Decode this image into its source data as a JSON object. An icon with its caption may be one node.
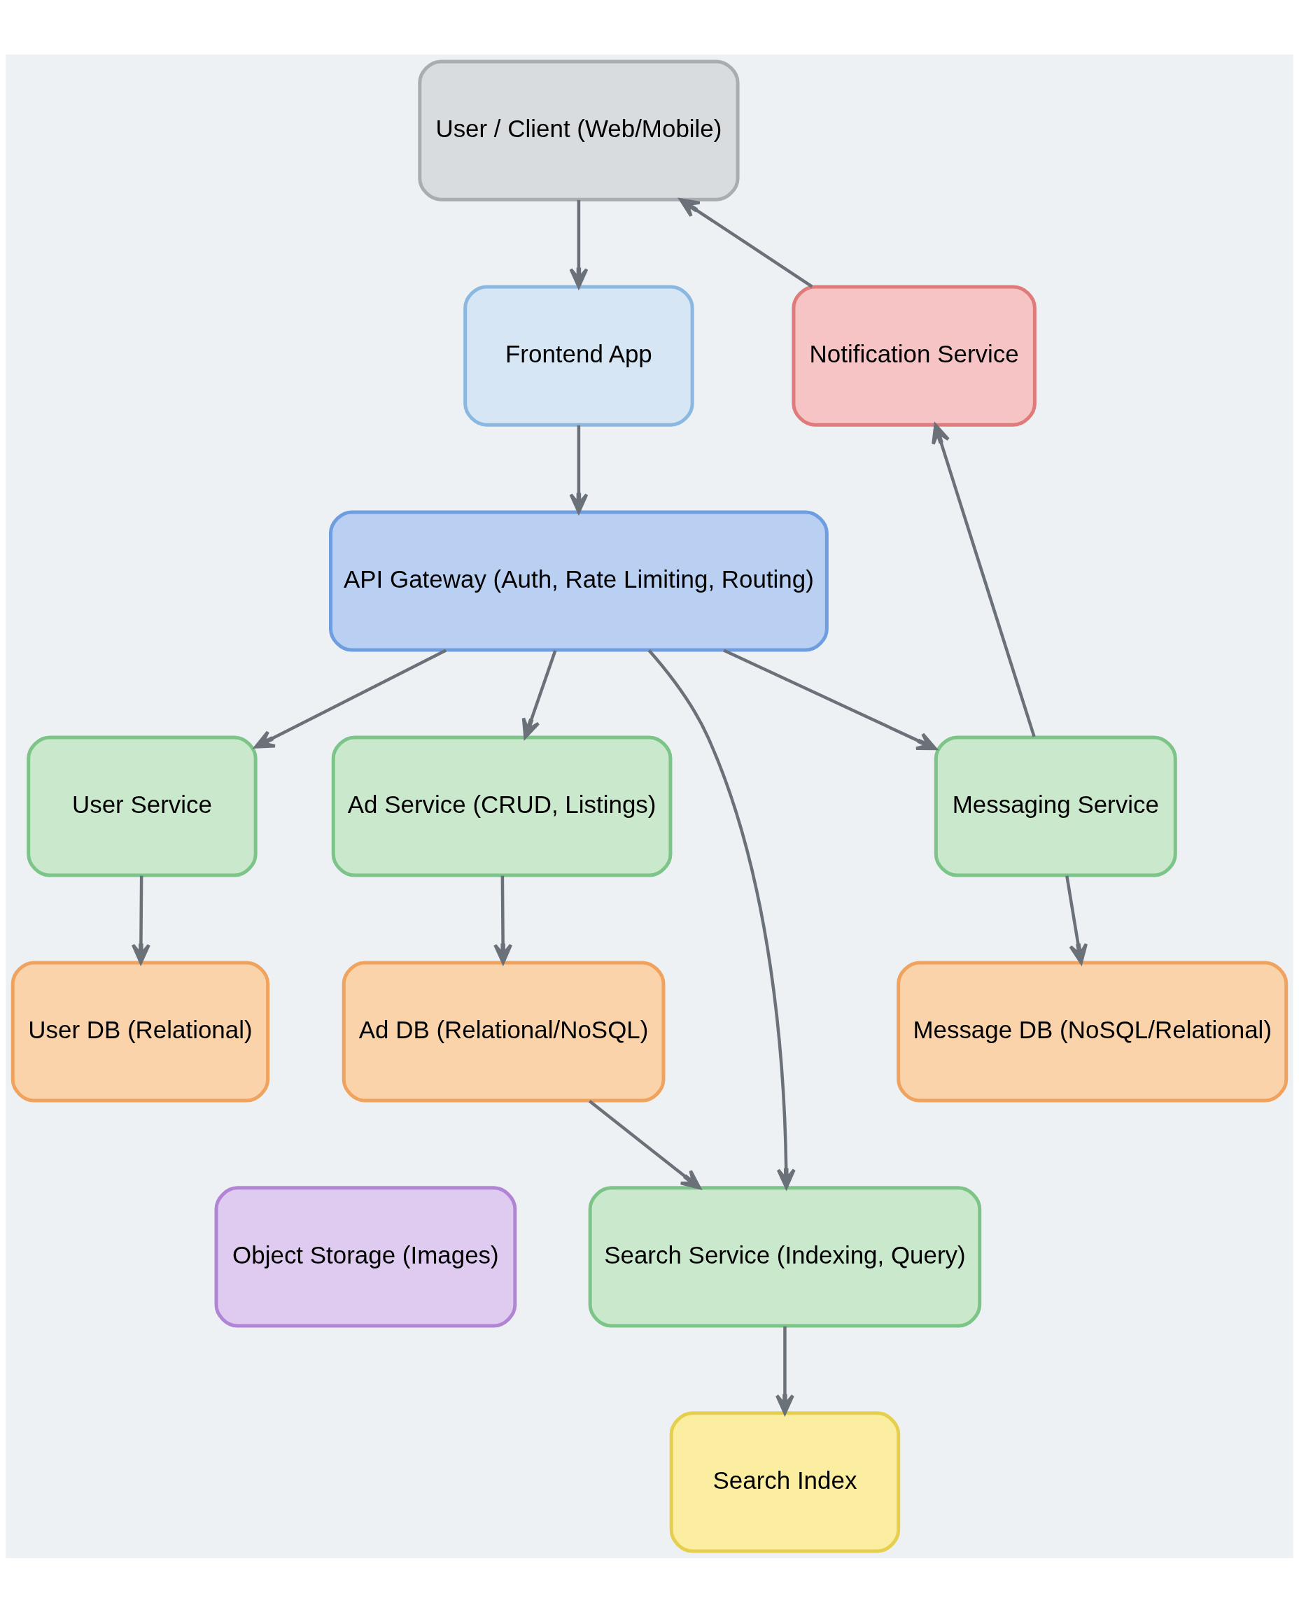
{
  "diagram": {
    "nodes": [
      {
        "text": [
          "User / Client (Web/Mobile)"
        ]
      },
      {
        "text": [
          "Frontend App"
        ]
      },
      {
        "text": [
          "Notification Service"
        ]
      },
      {
        "text": [
          "API Gateway (Auth, Rate Limiting, Routing)"
        ]
      },
      {
        "text": [
          "User Service"
        ]
      },
      {
        "text": [
          "Ad Service (CRUD, Listings)"
        ]
      },
      {
        "text": [
          "Search Service (Indexing, Query)"
        ]
      },
      {
        "text": [
          "Messaging Service"
        ]
      },
      {
        "text": [
          "User DB (Relational)"
        ]
      },
      {
        "text": [
          "Ad DB (Relational/NoSQL)"
        ]
      },
      {
        "text": [
          "Search Index"
        ]
      },
      {
        "text": [
          "Message DB (NoSQL/Relational)"
        ]
      },
      {
        "text": [
          "Object Storage (Images)"
        ]
      }
    ],
    "edges": [
      {
        "from": 0,
        "to": 1,
        "arrow": "to"
      },
      {
        "from": 1,
        "to": 3,
        "arrow": "to"
      },
      {
        "from": 3,
        "to": 4,
        "arrow": "to"
      },
      {
        "from": 3,
        "to": 5,
        "arrow": "to"
      },
      {
        "from": 3,
        "to": 6,
        "arrow": "to"
      },
      {
        "from": 3,
        "to": 7,
        "arrow": "to"
      },
      {
        "from": 7,
        "to": 2,
        "arrow": "to"
      },
      {
        "from": 2,
        "to": 0,
        "arrow": "to"
      },
      {
        "from": 4,
        "to": 8,
        "arrow": "to"
      },
      {
        "from": 5,
        "to": 9,
        "arrow": "to"
      },
      {
        "from": 6,
        "to": 10,
        "arrow": "to"
      },
      {
        "from": 7,
        "to": 11,
        "arrow": "to"
      },
      {
        "from": 9,
        "to": 6,
        "arrow": "to"
      }
    ]
  }
}
